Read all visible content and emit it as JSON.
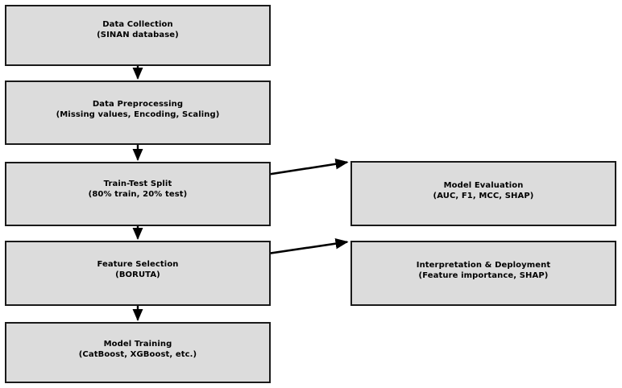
{
  "diagram": {
    "type": "flowchart",
    "background_color": "#ffffff",
    "node_fill_color": "#dcdcdc",
    "node_border_color": "#1a1a1a",
    "arrow_color": "#000000",
    "nodes": [
      {
        "id": "data-collection",
        "title": "Data Collection",
        "subtitle": "(SINAN database)"
      },
      {
        "id": "data-preprocessing",
        "title": "Data Preprocessing",
        "subtitle": "(Missing values, Encoding, Scaling)"
      },
      {
        "id": "train-test-split",
        "title": "Train-Test Split",
        "subtitle": "(80% train, 20% test)"
      },
      {
        "id": "feature-selection",
        "title": "Feature Selection",
        "subtitle": "(BORUTA)"
      },
      {
        "id": "model-training",
        "title": "Model Training",
        "subtitle": "(CatBoost, XGBoost, etc.)"
      },
      {
        "id": "model-evaluation",
        "title": "Model Evaluation",
        "subtitle": "(AUC, F1, MCC, SHAP)"
      },
      {
        "id": "interpretation-deployment",
        "title": "Interpretation & Deployment",
        "subtitle": "(Feature importance, SHAP)"
      }
    ],
    "edges": [
      {
        "id": "edge-collection-to-preprocessing",
        "from": "data-collection",
        "to": "data-preprocessing",
        "style": "vertical"
      },
      {
        "id": "edge-preprocessing-to-split",
        "from": "data-preprocessing",
        "to": "train-test-split",
        "style": "vertical"
      },
      {
        "id": "edge-split-to-feature-selection",
        "from": "train-test-split",
        "to": "feature-selection",
        "style": "vertical"
      },
      {
        "id": "edge-feature-selection-to-training",
        "from": "feature-selection",
        "to": "model-training",
        "style": "vertical"
      },
      {
        "id": "edge-split-to-evaluation",
        "from": "train-test-split",
        "to": "model-evaluation",
        "style": "diagonal"
      },
      {
        "id": "edge-feature-selection-to-interpretation",
        "from": "feature-selection",
        "to": "interpretation-deployment",
        "style": "diagonal"
      }
    ]
  }
}
